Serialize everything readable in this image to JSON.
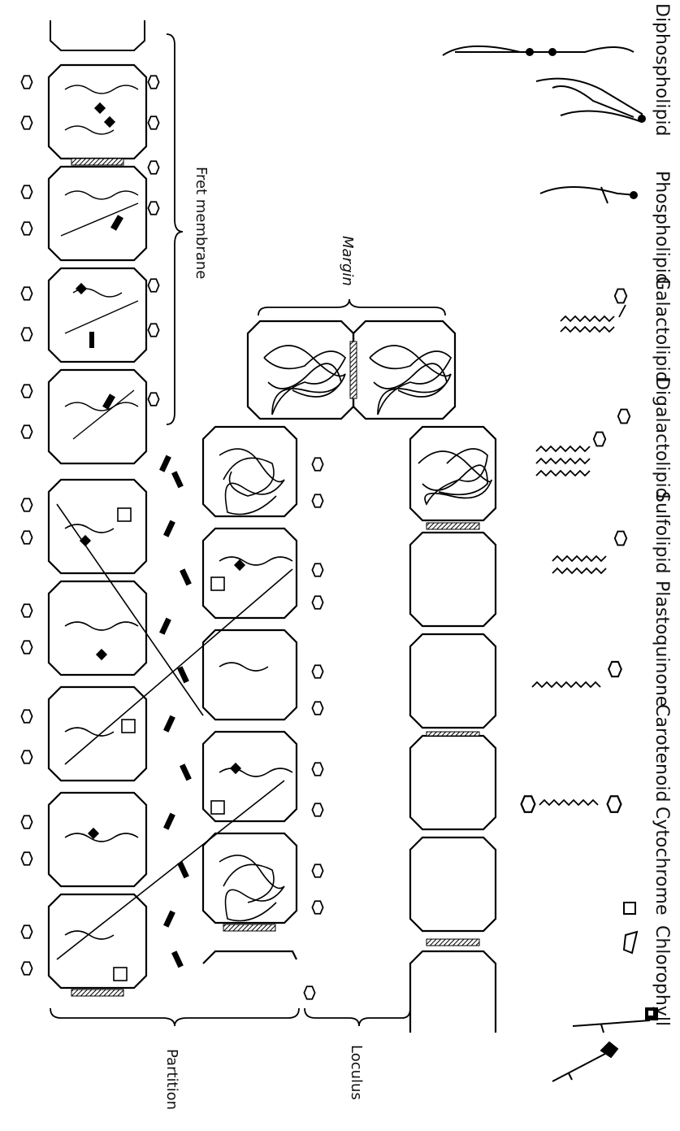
{
  "legend": {
    "items": [
      {
        "label": "Diphospholipid",
        "icon": "diphospholipid-icon"
      },
      {
        "label": "Phospholipid",
        "icon": "phospholipid-icon"
      },
      {
        "label": "Galactolipid",
        "icon": "galactolipid-icon"
      },
      {
        "label": "Digalactolipid",
        "icon": "digalactolipid-icon"
      },
      {
        "label": "Sulfolipid",
        "icon": "sulfolipid-icon"
      },
      {
        "label": "Plastoquinone",
        "icon": "plastoquinone-icon"
      },
      {
        "label": "Carotenoid",
        "icon": "carotenoid-icon"
      },
      {
        "label": "Cytochrome",
        "icon": "cytochrome-icon"
      },
      {
        "label": "Chlorophyll",
        "icon": "chlorophyll-icon"
      }
    ]
  },
  "regions": {
    "fret_membrane": "Fret membrane",
    "margin": "Margin",
    "partition": "Partition",
    "loculus": "Loculus"
  },
  "colors": {
    "ink": "#000000",
    "paper": "#ffffff"
  }
}
